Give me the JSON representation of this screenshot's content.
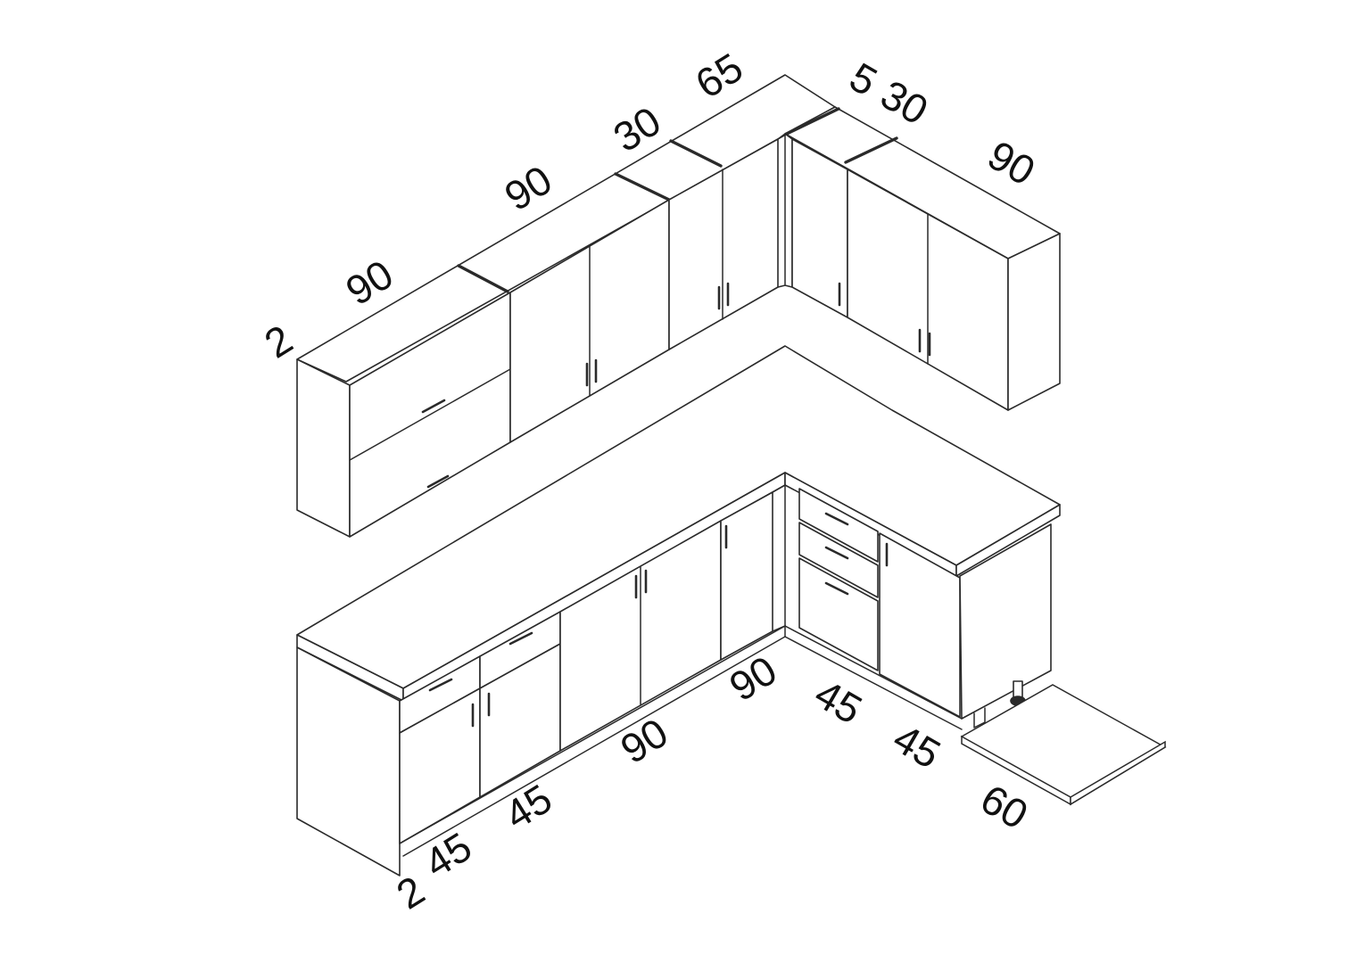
{
  "dimensions": {
    "upper_left_side_depth": "2",
    "upper_run_1": "90",
    "upper_run_2": "90",
    "upper_run_3": "30",
    "upper_run_4": "65",
    "upper_right_gap": "5",
    "upper_right_1": "30",
    "upper_right_2": "90",
    "base_left_side_depth": "2",
    "base_run_1": "45",
    "base_run_2": "45",
    "base_run_3": "90",
    "base_run_4": "90",
    "base_right_1": "45",
    "base_right_2": "45",
    "base_right_3": "60"
  }
}
